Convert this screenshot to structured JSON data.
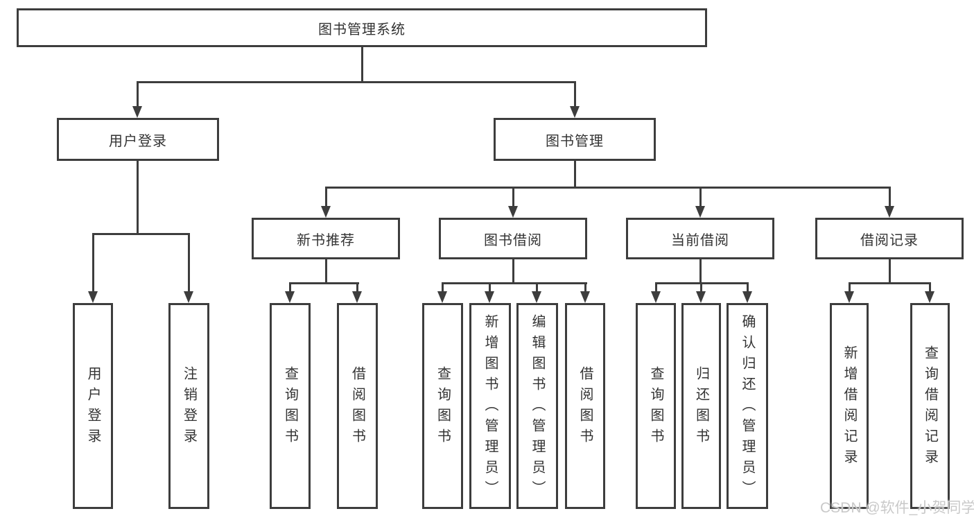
{
  "tree": {
    "root": "图书管理系统",
    "branches": [
      {
        "label": "用户登录",
        "children": [
          "用户登录",
          "注销登录"
        ]
      },
      {
        "label": "图书管理",
        "groups": [
          {
            "label": "新书推荐",
            "children": [
              "查询图书",
              "借阅图书"
            ]
          },
          {
            "label": "图书借阅",
            "children": [
              "查询图书",
              "新增图书（管理员）",
              "编辑图书（管理员）",
              "借阅图书"
            ]
          },
          {
            "label": "当前借阅",
            "children": [
              "查询图书",
              "归还图书",
              "确认归还（管理员）"
            ]
          },
          {
            "label": "借阅记录",
            "children": [
              "新增借阅记录",
              "查询借阅记录"
            ]
          }
        ]
      }
    ]
  },
  "watermark": {
    "text": "CSDN @软件_小贺同学",
    "color": "#c9c9c9"
  },
  "colors": {
    "line": "#3d3d3d",
    "text": "#333333",
    "background": "#ffffff"
  }
}
